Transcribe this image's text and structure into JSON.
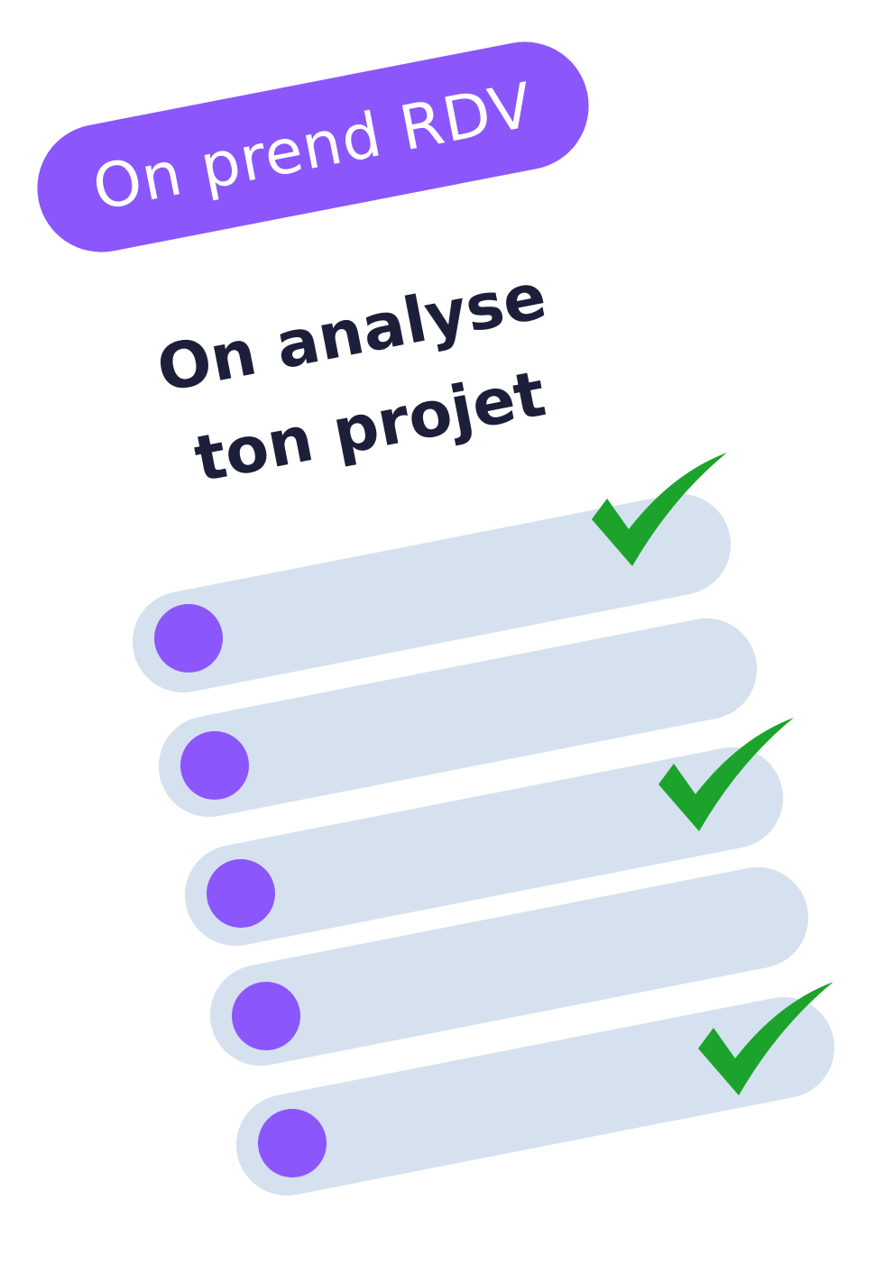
{
  "badge": {
    "label": "On prend RDV",
    "color": "#8b56fc"
  },
  "headline": {
    "line1": "On analyse",
    "line2": "ton projet",
    "color": "#1d1f3a"
  },
  "checklist": {
    "bar_color": "#d5e1ee",
    "dot_color": "#8b56fc",
    "check_color": "#1ba32b",
    "items": [
      {
        "checked": true,
        "icon": "checkmark-icon"
      },
      {
        "checked": false,
        "icon": ""
      },
      {
        "checked": true,
        "icon": "checkmark-icon"
      },
      {
        "checked": false,
        "icon": ""
      },
      {
        "checked": true,
        "icon": "checkmark-icon"
      }
    ]
  }
}
